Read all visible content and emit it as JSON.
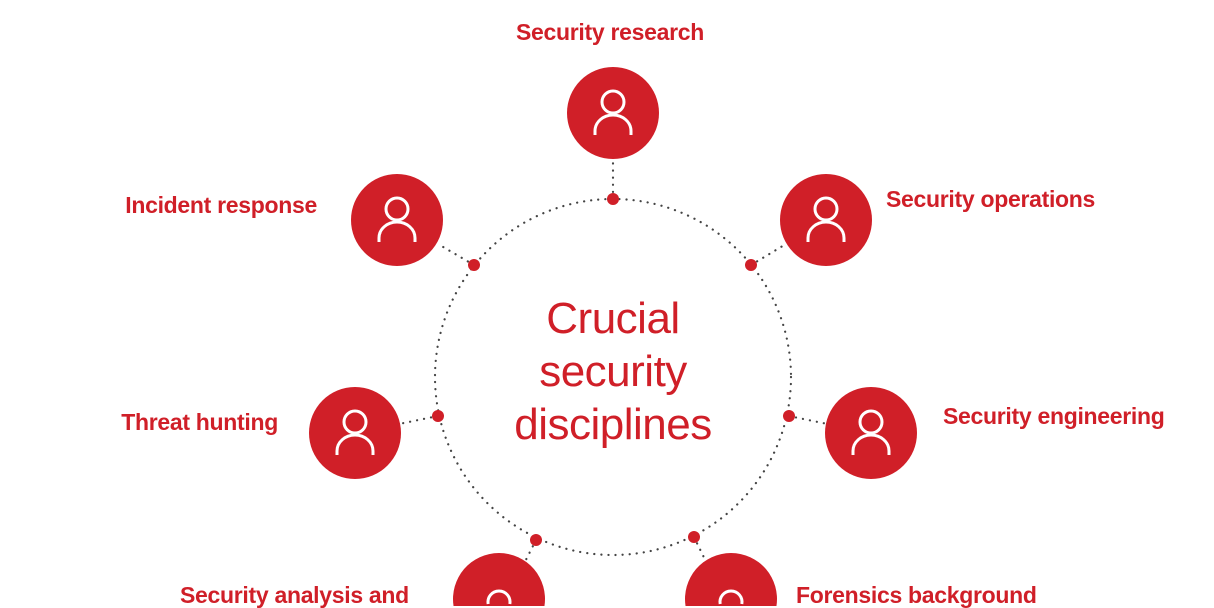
{
  "title": "Crucial security disciplines",
  "center_lines": [
    "Crucial",
    "security",
    "disciplines"
  ],
  "accent_color": "#d01f28",
  "disciplines": [
    {
      "label": "Security research",
      "icon": "person-icon"
    },
    {
      "label": "Security operations",
      "icon": "person-icon"
    },
    {
      "label": "Security engineering",
      "icon": "person-icon"
    },
    {
      "label": "Forensics background",
      "icon": "person-icon"
    },
    {
      "label": "Security analysis and",
      "icon": "person-icon"
    },
    {
      "label": "Threat hunting",
      "icon": "person-icon"
    },
    {
      "label": "Incident response",
      "icon": "person-icon"
    }
  ]
}
